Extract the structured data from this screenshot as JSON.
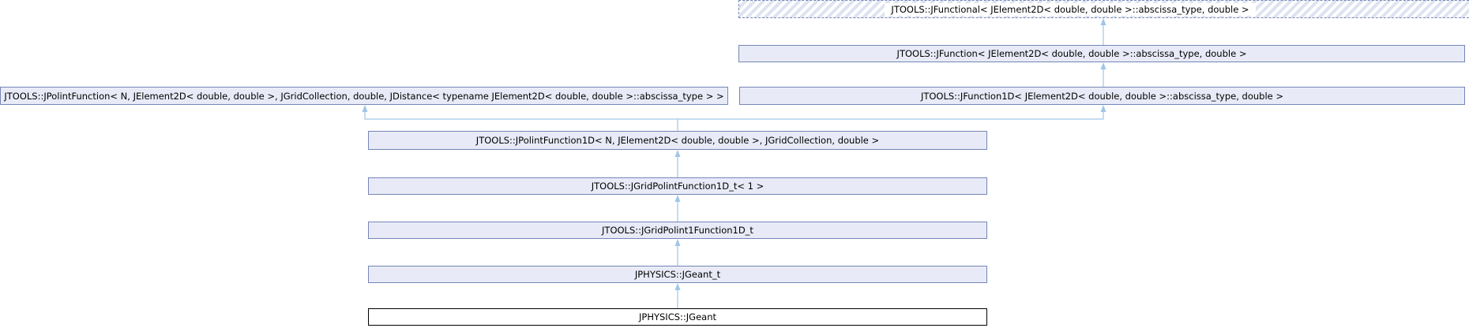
{
  "diagram": {
    "type": "class-inheritance-graph",
    "nodes": [
      {
        "id": "jfunctional",
        "label": "JTOOLS::JFunctional< JElement2D< double, double >::abscissa_type, double >",
        "style": "dashed-hatched-truncated"
      },
      {
        "id": "jfunction",
        "label": "JTOOLS::JFunction< JElement2D< double, double >::abscissa_type, double >",
        "style": "normal"
      },
      {
        "id": "jpolintfunction",
        "label": "JTOOLS::JPolintFunction< N, JElement2D< double, double >, JGridCollection, double, JDistance< typename JElement2D< double, double >::abscissa_type > >",
        "style": "normal"
      },
      {
        "id": "jfunction1d",
        "label": "JTOOLS::JFunction1D< JElement2D< double, double >::abscissa_type, double >",
        "style": "normal"
      },
      {
        "id": "jpolintfunction1d",
        "label": "JTOOLS::JPolintFunction1D< N, JElement2D< double, double >, JGridCollection, double >",
        "style": "normal"
      },
      {
        "id": "jgridpolintfunction1d_t",
        "label": "JTOOLS::JGridPolintFunction1D_t< 1 >",
        "style": "normal"
      },
      {
        "id": "jgridpolint1function1d_t",
        "label": "JTOOLS::JGridPolint1Function1D_t",
        "style": "normal"
      },
      {
        "id": "jgeant_t",
        "label": "JPHYSICS::JGeant_t",
        "style": "normal"
      },
      {
        "id": "jgeant",
        "label": "JPHYSICS::JGeant",
        "style": "current-class"
      }
    ],
    "edges": [
      {
        "from": "jfunction",
        "to": "jfunctional"
      },
      {
        "from": "jfunction1d",
        "to": "jfunction"
      },
      {
        "from": "jpolintfunction1d",
        "to": "jpolintfunction"
      },
      {
        "from": "jpolintfunction1d",
        "to": "jfunction1d"
      },
      {
        "from": "jgridpolintfunction1d_t",
        "to": "jpolintfunction1d"
      },
      {
        "from": "jgridpolint1function1d_t",
        "to": "jgridpolintfunction1d_t"
      },
      {
        "from": "jgeant_t",
        "to": "jgridpolint1function1d_t"
      },
      {
        "from": "jgeant",
        "to": "jgeant_t"
      }
    ],
    "colors": {
      "node_border": "#7585b5",
      "node_fill": "#e8ebf7",
      "hatch_stripe": "#dde3f1",
      "current_node_border": "#000000",
      "current_node_fill": "#ffffff",
      "arrow": "#a0c6e8",
      "text": "#000000",
      "background": "#ffffff"
    }
  }
}
